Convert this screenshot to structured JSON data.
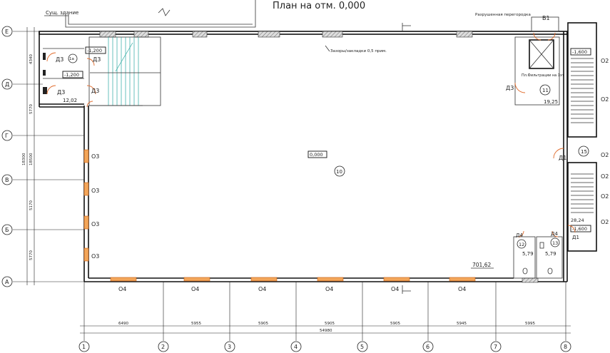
{
  "title": "План на отм. 0,000",
  "notes": {
    "existing_building": "Сущ. здание",
    "dismantle_partition": "Разрушенная перегородка",
    "floor_gap": "Зазоры/закладки 0,5 прим.",
    "elevator": "Лифт",
    "shaft_note": "Пл.Фильтрации\nна 1эт",
    "v1": "В1",
    "tag_1a": "1а"
  },
  "axes_rows": [
    "Е",
    "Д",
    "Г",
    "В",
    "Б",
    "А"
  ],
  "axes_cols": [
    "1",
    "2",
    "3",
    "4",
    "5",
    "6",
    "7",
    "8"
  ],
  "levels": {
    "main": "0,000",
    "left_top": "-1,200",
    "left_mid": "-1,200",
    "stair_top": "-1,600",
    "stair_bottom": "-1,600"
  },
  "rooms": {
    "hall": "10",
    "elevator_shaft": "11",
    "wc_left": "12",
    "wc_right": "13",
    "stair_hall": "15"
  },
  "areas": {
    "hall": "701,62",
    "vestibule": "12,02",
    "lift": "19,25",
    "stair": "28,24",
    "wc_left": "5,79",
    "wc_right": "5,79"
  },
  "door_labels": [
    "Д3",
    "Д3",
    "Д3",
    "Д3",
    "Д3",
    "Д1",
    "Д4",
    "Д4",
    "Д1"
  ],
  "window_labels_left": [
    "О3",
    "О3",
    "О3",
    "О3"
  ],
  "window_labels_bottom": [
    "О4",
    "О4",
    "О4",
    "О4",
    "О4",
    "О4"
  ],
  "window_labels_right": [
    "О2",
    "О2",
    "О2",
    "О2",
    "О2",
    "О2"
  ],
  "dims_bottom": [
    "6490",
    "5955",
    "5905",
    "5905",
    "5905",
    "5945",
    "5995"
  ],
  "dims_bottom_total": "54980",
  "dims_left_outer": "18300",
  "dims_left_total": "18500",
  "dims_left_segments": [
    "4340",
    "5770",
    "5170",
    "5770"
  ]
}
